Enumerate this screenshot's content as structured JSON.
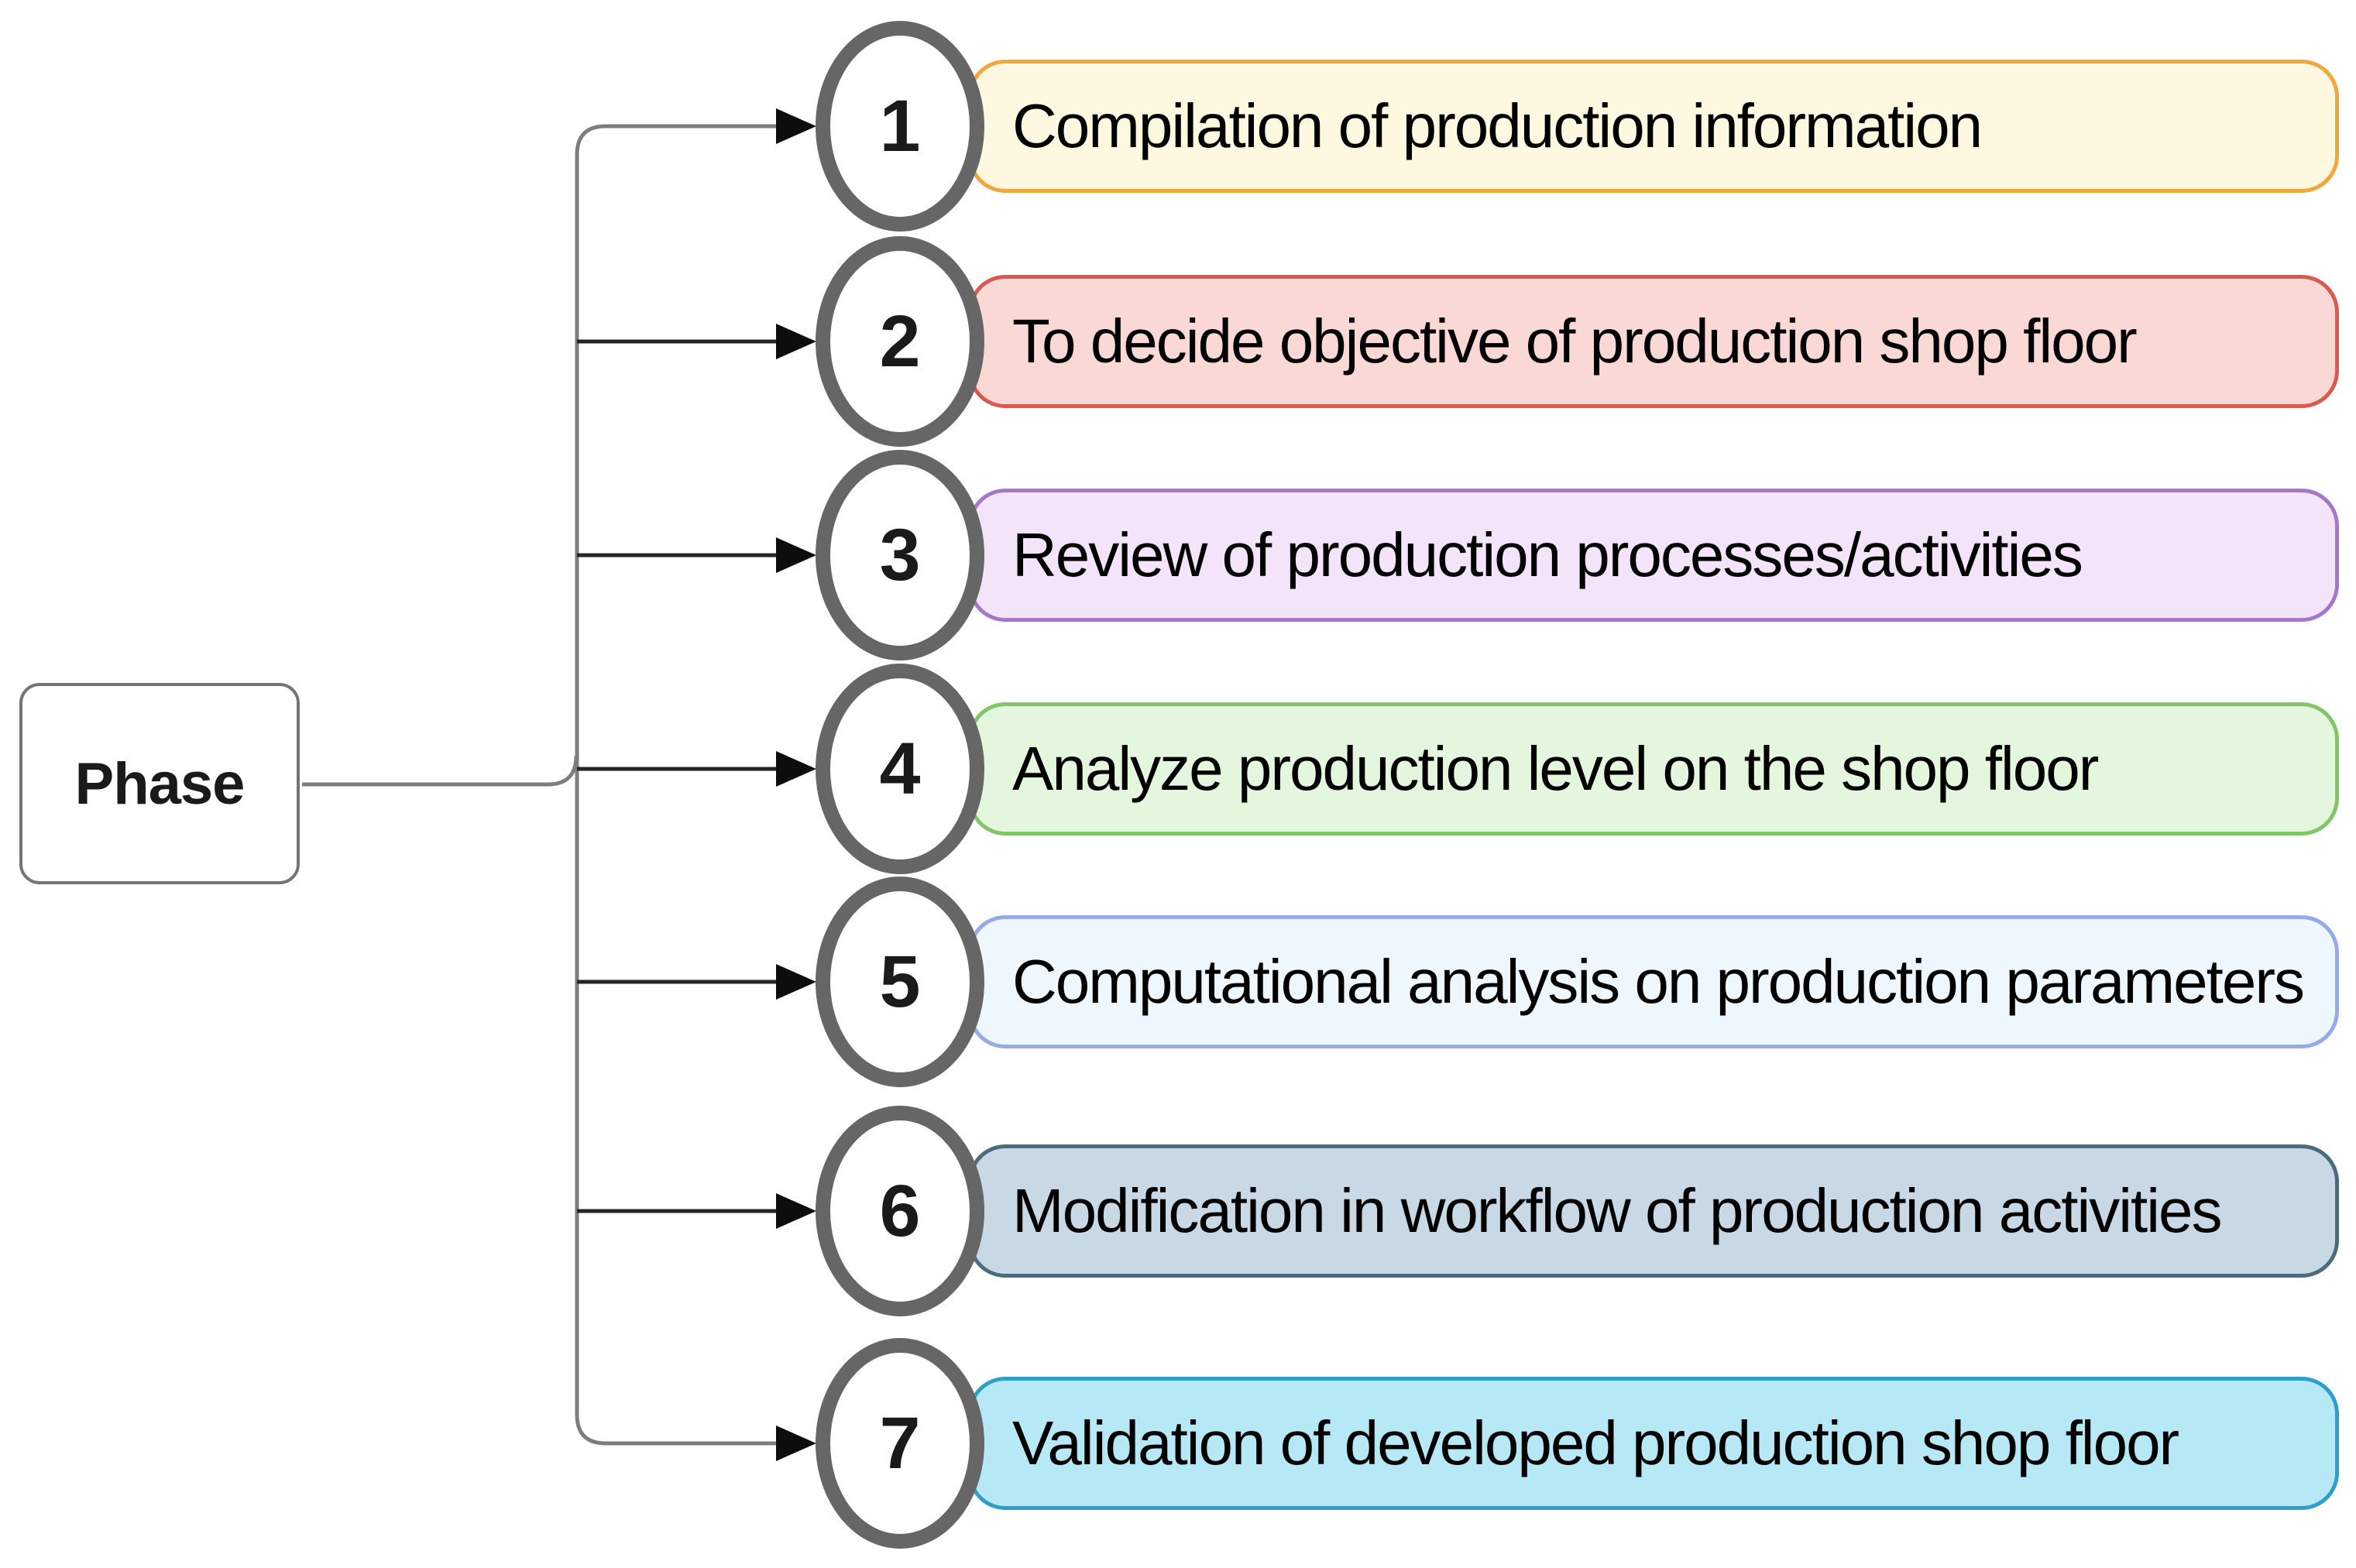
{
  "root": {
    "label": "Phase"
  },
  "phases": [
    {
      "number": "1",
      "label": "Compilation of production information",
      "fill": "#FEF8E1",
      "border": "#F2A63C"
    },
    {
      "number": "2",
      "label": "To decide objective of production shop floor",
      "fill": "#FAD8D5",
      "border": "#D85B50"
    },
    {
      "number": "3",
      "label": "Review of production processes/activities",
      "fill": "#F3E4F9",
      "border": "#A478C9"
    },
    {
      "number": "4",
      "label": "Analyze production level on the shop floor",
      "fill": "#E4F6DE",
      "border": "#80C667"
    },
    {
      "number": "5",
      "label": "Computational analysis on production parameters",
      "fill": "#EEF7FD",
      "border": "#94AAE9"
    },
    {
      "number": "6",
      "label": "Modification in workflow of production activities",
      "fill": "#C8D9E5",
      "border": "#4C6C7D"
    },
    {
      "number": "7",
      "label": "Validation of developed production shop floor",
      "fill": "#B6E8F6",
      "border": "#2F9FC9"
    }
  ],
  "colors": {
    "background": "#ffffff",
    "circle_border": "#666666",
    "circle_fill": "#ffffff",
    "number_color": "#1a1a1a",
    "label_color": "#000000",
    "trunk_line": "#7d7d7d",
    "branch_line": "#262626",
    "arrowhead": "#0d0d0d",
    "phase_box_border": "#757575",
    "phase_box_fill": "#ffffff"
  }
}
